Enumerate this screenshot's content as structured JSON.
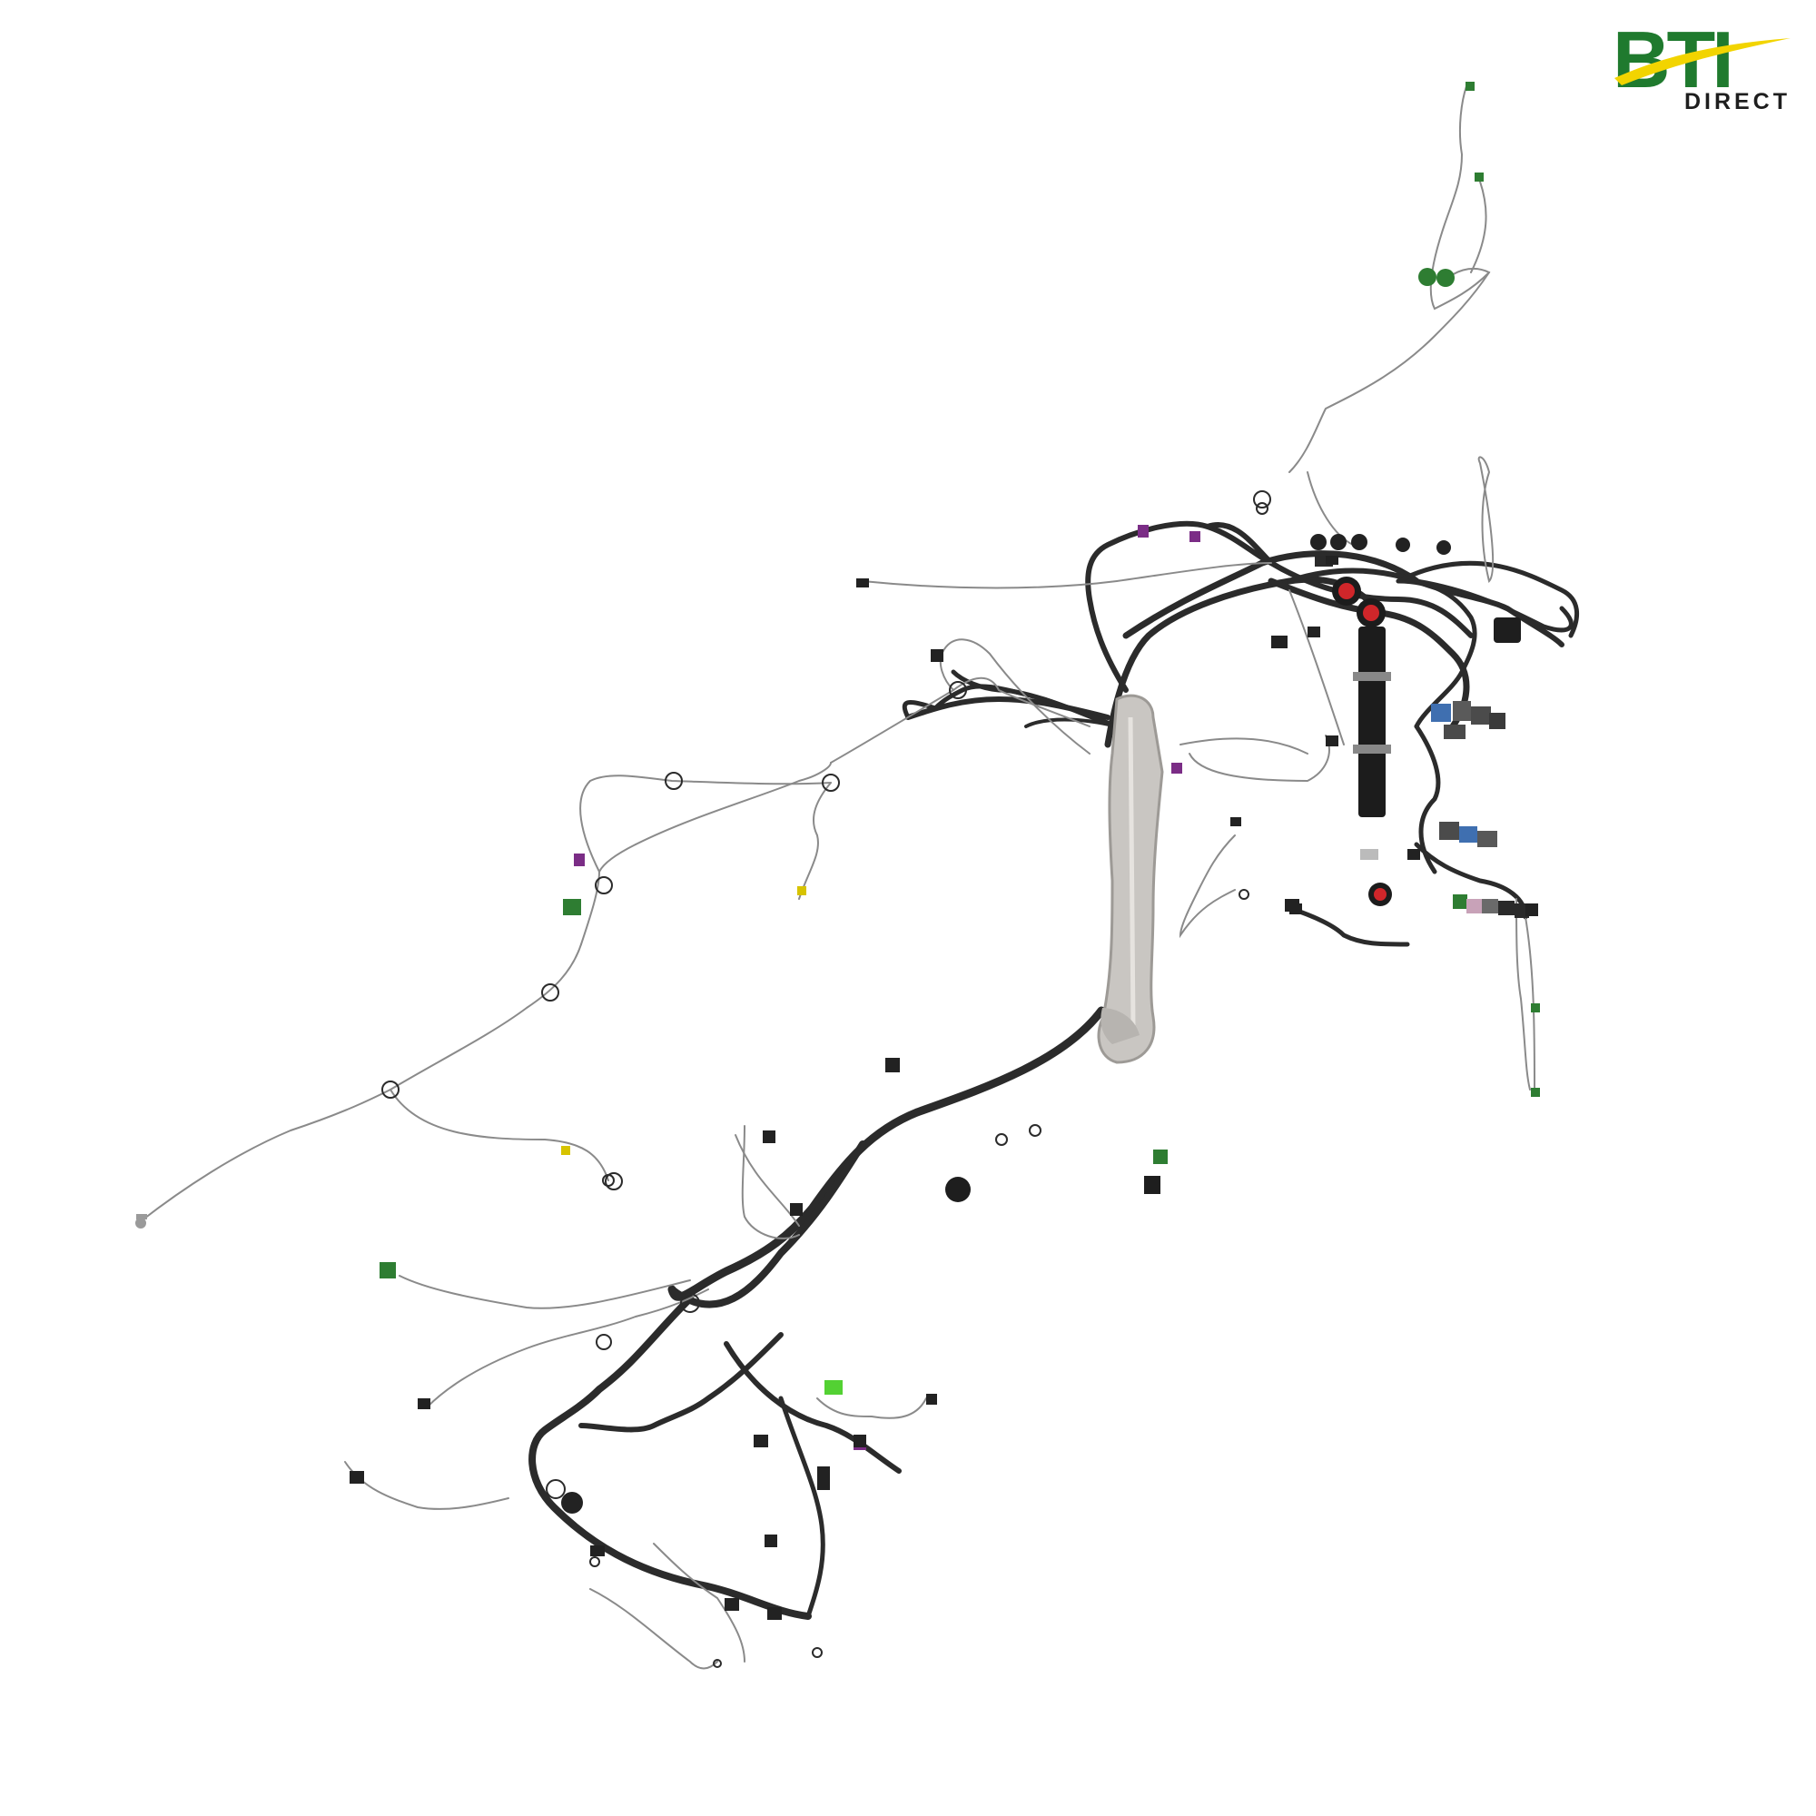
{
  "logo": {
    "word": "BTI",
    "sub": "DIRECT",
    "colors": {
      "green": "#1f7a2e",
      "yellow": "#f2d400",
      "text": "#1e1e1e"
    }
  },
  "image": {
    "subject": "wiring-harness-render",
    "colors": {
      "cable": "#2b2b2b",
      "thin_wire": "#8a8a8a",
      "bracket": "#c9c6c2",
      "relay_red": "#d0262a",
      "connector_green": "#2e7d32",
      "connector_purple": "#7b2d86",
      "connector_blue": "#3f6fb0",
      "connector_yellow": "#d7c300",
      "connector_lime": "#53d133"
    }
  }
}
